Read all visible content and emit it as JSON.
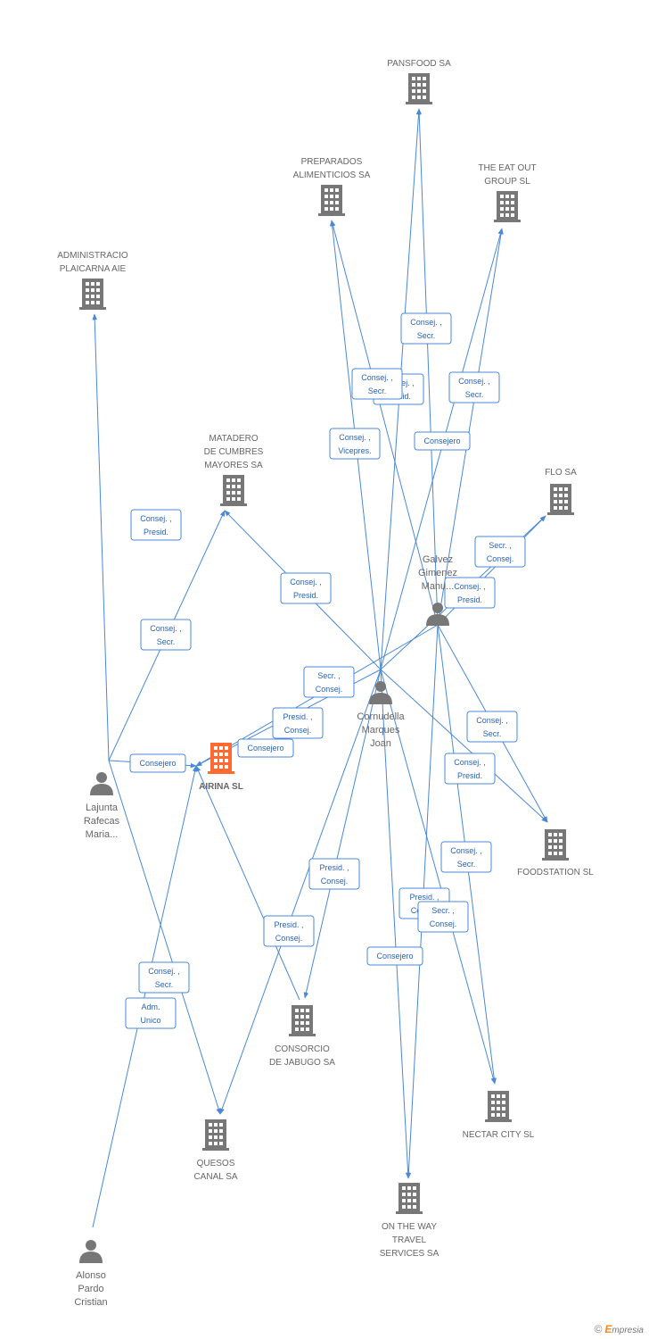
{
  "colors": {
    "edge": "#4a88d8",
    "tag_text": "#2a64b8",
    "building": "#777777",
    "building_main": "#ff6a30",
    "person": "#777777",
    "label": "#666666"
  },
  "companies": [
    {
      "id": "pansfood",
      "name": [
        "PANSFOOD SA"
      ],
      "main": false
    },
    {
      "id": "preparados",
      "name": [
        "PREPARADOS",
        "ALIMENTICIOS SA"
      ],
      "main": false
    },
    {
      "id": "theeatout",
      "name": [
        "THE EAT OUT",
        "GROUP SL"
      ],
      "main": false
    },
    {
      "id": "administracio",
      "name": [
        "ADMINISTRACIO",
        "PLAICARNA AIE"
      ],
      "main": false
    },
    {
      "id": "matadero",
      "name": [
        "MATADERO",
        "DE CUMBRES",
        "MAYORES SA"
      ],
      "main": false
    },
    {
      "id": "flo",
      "name": [
        "FLO SA"
      ],
      "main": false
    },
    {
      "id": "airina",
      "name": [
        "AIRINA SL"
      ],
      "main": true
    },
    {
      "id": "foodstation",
      "name": [
        "FOODSTATION SL"
      ],
      "main": false
    },
    {
      "id": "consorcio",
      "name": [
        "CONSORCIO",
        "DE JABUGO SA"
      ],
      "main": false
    },
    {
      "id": "quesos",
      "name": [
        "QUESOS",
        "CANAL SA"
      ],
      "main": false
    },
    {
      "id": "nectar",
      "name": [
        "NECTAR CITY SL"
      ],
      "main": false
    },
    {
      "id": "ontheway",
      "name": [
        "ON THE WAY",
        "TRAVEL",
        "SERVICES SA"
      ],
      "main": false
    }
  ],
  "persons": [
    {
      "id": "galvez",
      "name": [
        "Galvez",
        "Gimenez",
        "Manu..."
      ]
    },
    {
      "id": "cornudella",
      "name": [
        "Cornudella",
        "Marques",
        "Joan"
      ]
    },
    {
      "id": "lajunta",
      "name": [
        "Lajunta",
        "Rafecas",
        "Maria..."
      ]
    },
    {
      "id": "alonso",
      "name": [
        "Alonso",
        "Pardo",
        "Cristian"
      ]
    }
  ],
  "relations": [
    {
      "from": "cornudella",
      "to": "pansfood",
      "role": [
        "Consej. ,",
        "Secr."
      ]
    },
    {
      "from": "cornudella",
      "to": "preparados",
      "role": [
        "Consej. ,",
        "Vicepres."
      ]
    },
    {
      "from": "galvez",
      "to": "preparados",
      "role": [
        "Consej. ,",
        "Presid."
      ]
    },
    {
      "from": "galvez",
      "to": "pansfood",
      "role": [
        "Consej. ,",
        "Secr."
      ]
    },
    {
      "from": "galvez",
      "to": "theeatout",
      "role": [
        "Consej. ,",
        "Secr."
      ]
    },
    {
      "from": "cornudella",
      "to": "theeatout",
      "role": [
        "Consejero"
      ]
    },
    {
      "from": "lajunta",
      "to": "administracio",
      "role": [
        "Consej. ,",
        "Presid."
      ]
    },
    {
      "from": "lajunta",
      "to": "matadero",
      "role": [
        "Consej. ,",
        "Secr."
      ]
    },
    {
      "from": "cornudella",
      "to": "matadero",
      "role": [
        "Consej. ,",
        "Presid."
      ]
    },
    {
      "from": "galvez",
      "to": "flo",
      "role": [
        "Secr. ,",
        "Consej."
      ]
    },
    {
      "from": "cornudella",
      "to": "flo",
      "role": [
        "Consej. ,",
        "Presid."
      ]
    },
    {
      "from": "galvez",
      "to": "airina",
      "role": [
        "Secr. ,",
        "Consej."
      ]
    },
    {
      "from": "cornudella",
      "to": "airina",
      "role": [
        "Presid. ,",
        "Consej."
      ]
    },
    {
      "from": "lajunta",
      "to": "airina",
      "role": [
        "Consejero"
      ]
    },
    {
      "from": "consorcio",
      "to": "airina",
      "role": [
        "Consejero"
      ]
    },
    {
      "from": "galvez",
      "to": "foodstation",
      "role": [
        "Consej. ,",
        "Secr."
      ]
    },
    {
      "from": "cornudella",
      "to": "foodstation",
      "role": [
        "Consej. ,",
        "Presid."
      ]
    },
    {
      "from": "cornudella",
      "to": "consorcio",
      "role": [
        "Presid. ,",
        "Consej."
      ]
    },
    {
      "from": "cornudella",
      "to": "quesos",
      "role": [
        "Presid. ,",
        "Consej."
      ]
    },
    {
      "from": "lajunta",
      "to": "quesos",
      "role": [
        "Consej. ,",
        "Secr."
      ]
    },
    {
      "from": "alonso",
      "to": "airina",
      "role": [
        "Adm.",
        "Unico"
      ]
    },
    {
      "from": "galvez",
      "to": "nectar",
      "role": [
        "Consej. ,",
        "Secr."
      ]
    },
    {
      "from": "cornudella",
      "to": "nectar",
      "role": [
        "Presid. ,",
        "Consej."
      ]
    },
    {
      "from": "galvez",
      "to": "ontheway",
      "role": [
        "Secr. ,",
        "Consej."
      ]
    },
    {
      "from": "cornudella",
      "to": "ontheway",
      "role": [
        "Consejero"
      ]
    }
  ],
  "footer": {
    "copyright": "©",
    "brand_initial": "E",
    "brand_rest": "mpresia"
  }
}
